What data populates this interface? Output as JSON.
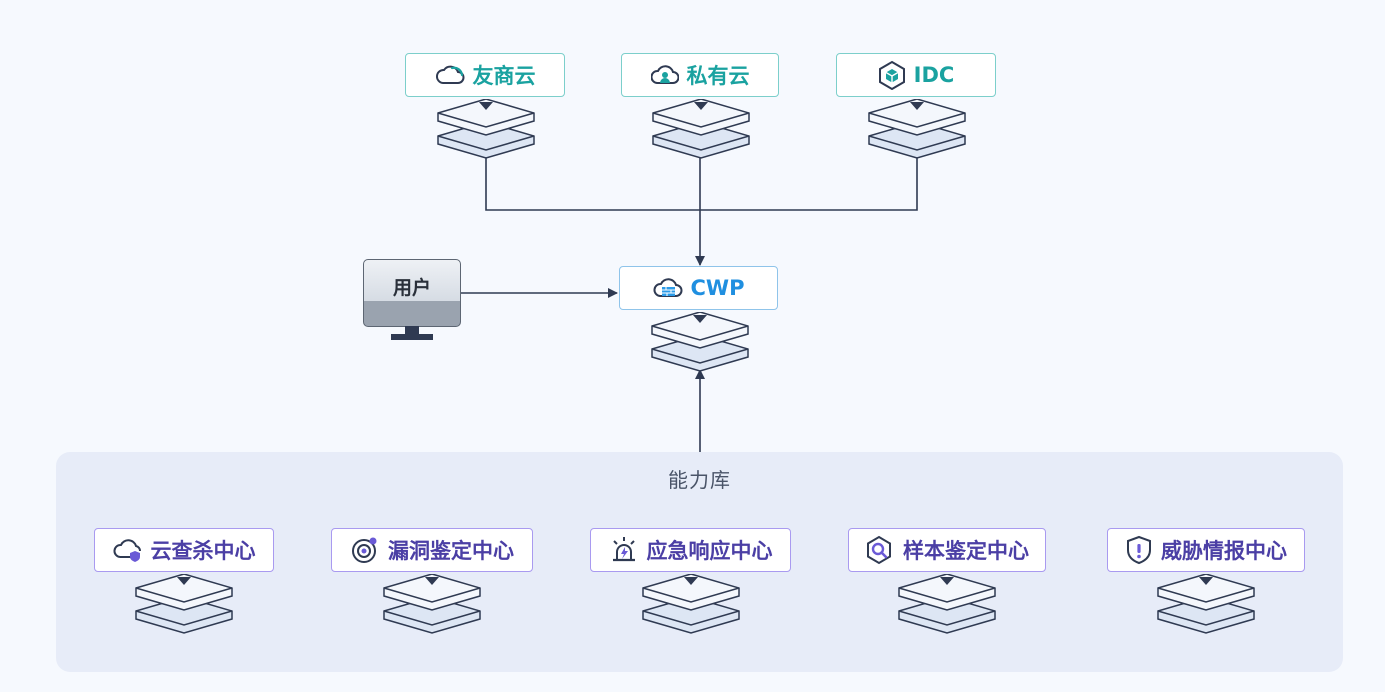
{
  "colors": {
    "background": "#f6f9fe",
    "cloud_accent": "#1aa2a0",
    "cwp_accent": "#1f8fe0",
    "capability_accent": "#4b3fa5",
    "connector": "#2f3a52"
  },
  "sources": [
    {
      "label": "友商云",
      "icon": "cloud-icon"
    },
    {
      "label": "私有云",
      "icon": "private-cloud-icon"
    },
    {
      "label": "IDC",
      "icon": "idc-cube-icon"
    }
  ],
  "center": {
    "label": "CWP",
    "icon": "cloud-firewall-icon"
  },
  "user": {
    "label": "用户",
    "icon": "monitor-icon"
  },
  "library": {
    "title": "能力库",
    "items": [
      {
        "label": "云查杀中心",
        "icon": "cloud-shield-icon"
      },
      {
        "label": "漏洞鉴定中心",
        "icon": "vulnerability-target-icon"
      },
      {
        "label": "应急响应中心",
        "icon": "emergency-alarm-icon"
      },
      {
        "label": "样本鉴定中心",
        "icon": "sample-search-icon"
      },
      {
        "label": "威胁情报中心",
        "icon": "threat-shield-icon"
      }
    ]
  }
}
